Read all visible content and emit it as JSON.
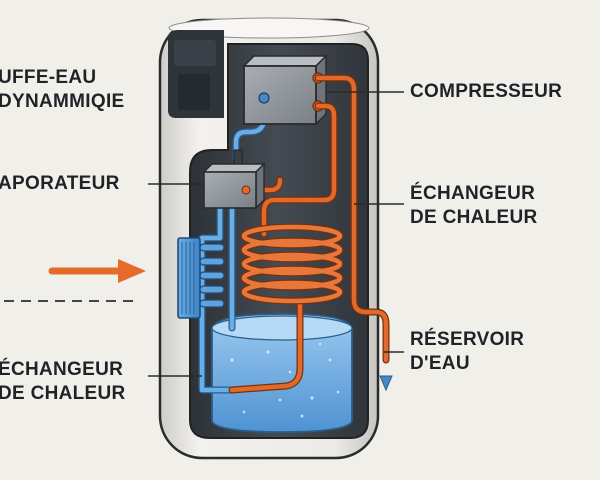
{
  "labels": {
    "title_line1": "UFFE-EAU",
    "title_line2": "DYNAMMIQIE",
    "evaporator": "APORATEUR",
    "compressor": "COMPRESSEUR",
    "condenser_line1": "ÉCHANGEUR",
    "condenser_line2": "DE CHALEUR",
    "tank_line1": "RÉSERVOIR",
    "tank_line2": "D'EAU",
    "exchanger_line1": "ÉCHANGEUR",
    "exchanger_line2": "DE CHALEUR"
  },
  "colors": {
    "background": "#f1efe9",
    "hot_pipe": "#e0692c",
    "cold_pipe": "#5b9fd8",
    "water": "#7fb9e6",
    "casing": "#e9e7e3",
    "interior": "#3c4249",
    "component": "#8f959b"
  }
}
